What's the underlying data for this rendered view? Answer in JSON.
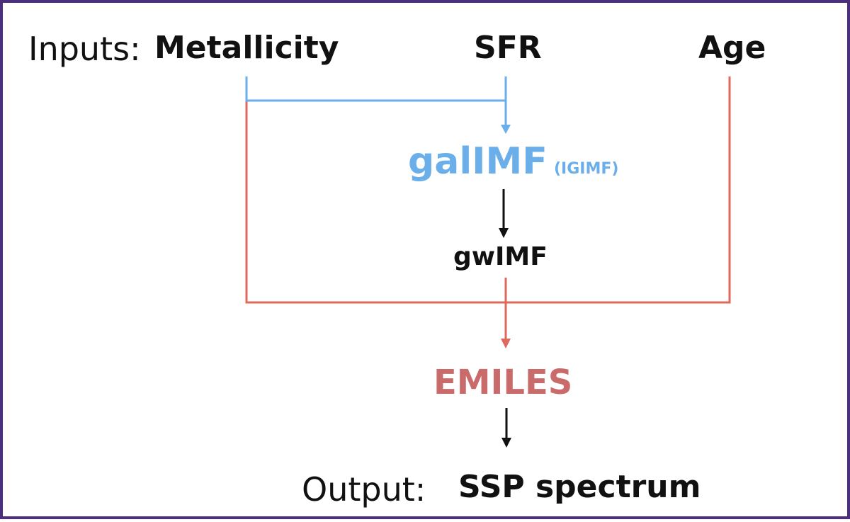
{
  "inputs": {
    "prefix": "Inputs:",
    "metallicity": "Metallicity",
    "sfr": "SFR",
    "age": "Age"
  },
  "nodes": {
    "galimf": "galIMF",
    "galimf_sub": "(IGIMF)",
    "gwimf": "gwIMF",
    "emiles": "EMILES"
  },
  "output": {
    "prefix": "Output:",
    "value": "SSP spectrum"
  },
  "colors": {
    "blue_path": "#6aaeea",
    "red_path": "#e0695e",
    "emiles_text": "#c96b6b",
    "black": "#111111",
    "frame": "#4b2f7f"
  }
}
